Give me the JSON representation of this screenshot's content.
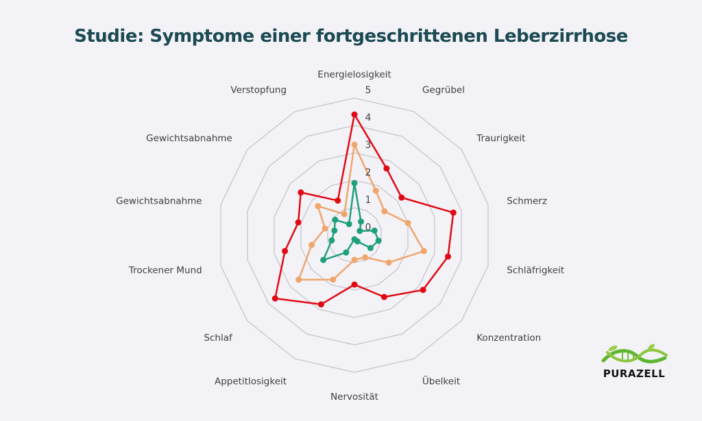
{
  "chart_data": {
    "type": "radar",
    "title": "Studie: Symptome einer fortgeschrittenen Leberzirrhose",
    "categories": [
      "Energielosigkeit",
      "Gegrübel",
      "Traurigkeit",
      "Schmerz",
      "Schläfrigkeit",
      "Konzentration",
      "Übelkeit",
      "Nervosität",
      "Appetitlosigkeit",
      "Schlaf",
      "Trockener Mund",
      "Gewichtsabnahme",
      "Gewichtsabnahme",
      "Verstopfung"
    ],
    "ticks": [
      "0",
      "1",
      "2",
      "3",
      "4",
      "5"
    ],
    "range": [
      0,
      5
    ],
    "grid": true,
    "series": [
      {
        "name": "rot",
        "color": "#e10a14",
        "values": [
          4.4,
          2.7,
          2.2,
          3.7,
          3.5,
          3.2,
          2.5,
          1.8,
          2.8,
          3.7,
          2.6,
          2.1,
          2.5,
          1.4
        ]
      },
      {
        "name": "orange",
        "color": "#efa66d",
        "values": [
          3.3,
          1.8,
          1.4,
          2.0,
          2.6,
          1.6,
          0.9,
          0.9,
          1.8,
          2.6,
          1.6,
          1.1,
          1.7,
          0.85
        ]
      },
      {
        "name": "grün",
        "color": "#1fa07a",
        "values": [
          1.9,
          0.55,
          0.25,
          0.75,
          0.9,
          0.75,
          0.25,
          0.15,
          0.7,
          1.45,
          0.85,
          0.75,
          0.9,
          0.45
        ]
      }
    ]
  },
  "logo": {
    "text": "PURAZELL"
  }
}
